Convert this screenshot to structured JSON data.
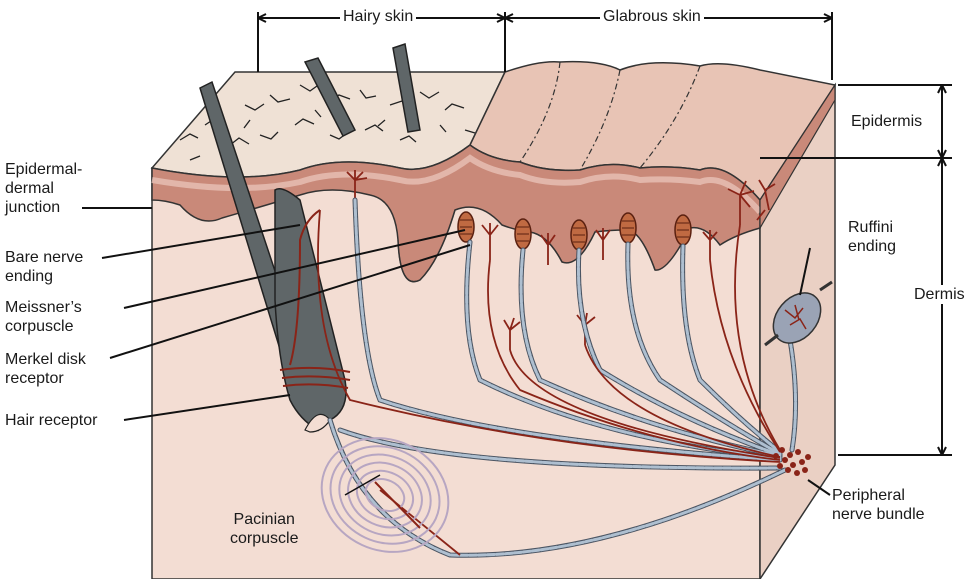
{
  "diagram": {
    "regions": {
      "hairy_skin": "Hairy skin",
      "glabrous_skin": "Glabrous skin"
    },
    "layers": {
      "epidermis": "Epidermis",
      "dermis": "Dermis"
    },
    "left_labels": {
      "epidermal_dermal_junction": [
        "Epidermal-",
        "dermal",
        "junction"
      ],
      "bare_nerve_ending": [
        "Bare nerve",
        "ending"
      ],
      "meissners_corpuscle": [
        "Meissner’s",
        "corpuscle"
      ],
      "merkel_disk_receptor": [
        "Merkel disk",
        "receptor"
      ],
      "hair_receptor": [
        "Hair receptor"
      ]
    },
    "right_labels": {
      "ruffini_ending": [
        "Ruffini",
        "ending"
      ],
      "peripheral_nerve_bundle": [
        "Peripheral",
        "nerve bundle"
      ]
    },
    "bottom_labels": {
      "pacinian_corpuscle": [
        "Pacinian",
        "corpuscle"
      ]
    },
    "colors": {
      "skin_block": "#f3ddd3",
      "side_face": "#ead0c4",
      "epidermis_band": "#c98979",
      "glabrous_surface": "#e8c4b5",
      "hair_shaft": "#5f6668",
      "nerve": "#8a2418",
      "myelin": "#aebfd0",
      "pacinian": "#b7a6c2"
    }
  }
}
